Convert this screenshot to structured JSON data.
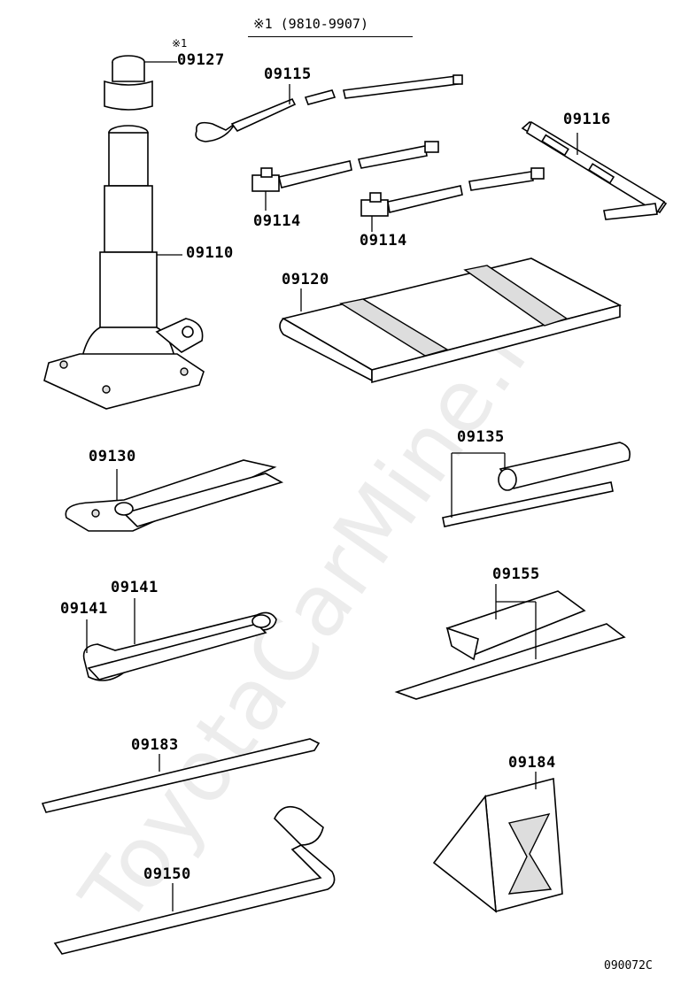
{
  "header": {
    "note": "※1 (9810-9907)"
  },
  "note_marker": "※1",
  "labels": {
    "p09127": "09127",
    "p09115": "09115",
    "p09116": "09116",
    "p09114a": "09114",
    "p09114b": "09114",
    "p09110": "09110",
    "p09120": "09120",
    "p09130": "09130",
    "p09135": "09135",
    "p09141a": "09141",
    "p09141b": "09141",
    "p09155": "09155",
    "p09183": "09183",
    "p09184": "09184",
    "p09150": "09150"
  },
  "diagram_code": "090072C",
  "watermark": "ToyotaCarMine.ru"
}
